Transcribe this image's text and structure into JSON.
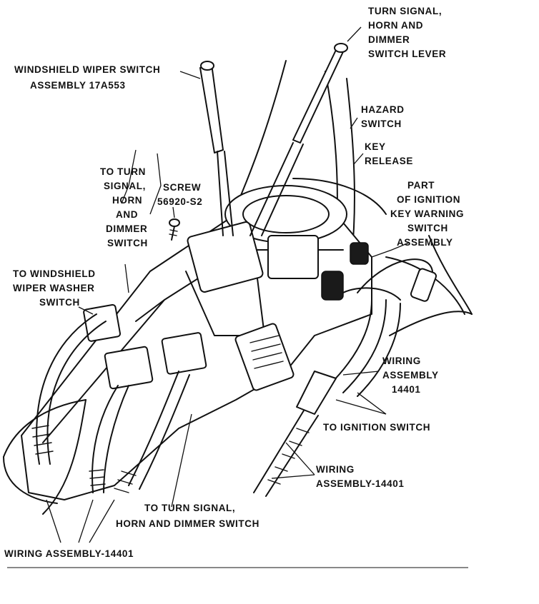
{
  "labels": {
    "turn_signal_lever": [
      "TURN SIGNAL,",
      "HORN AND",
      "DIMMER",
      "SWITCH LEVER"
    ],
    "wiper_switch": [
      "WINDSHIELD WIPER SWITCH",
      "ASSEMBLY 17A553"
    ],
    "hazard_switch": [
      "HAZARD",
      "SWITCH"
    ],
    "key_release": [
      "KEY",
      "RELEASE"
    ],
    "to_turn_signal_upper": [
      "TO TURN",
      "SIGNAL,",
      "HORN",
      "AND",
      "DIMMER",
      "SWITCH"
    ],
    "screw": [
      "SCREW",
      "56920-S2"
    ],
    "ignition_warning": [
      "PART",
      "OF IGNITION",
      "KEY WARNING",
      "SWITCH",
      "ASSEMBLY"
    ],
    "to_washer_switch": [
      "TO WINDSHIELD",
      "WIPER WASHER",
      "SWITCH"
    ],
    "wiring_14401_right": [
      "WIRING",
      "ASSEMBLY",
      "14401"
    ],
    "to_ignition_switch": [
      "TO IGNITION SWITCH"
    ],
    "wiring_14401_lower": [
      "WIRING",
      "ASSEMBLY-14401"
    ],
    "to_turn_signal_lower": [
      "TO TURN SIGNAL,",
      "HORN AND DIMMER SWITCH"
    ],
    "wiring_14401_bottom": [
      "WIRING ASSEMBLY-14401"
    ]
  },
  "colors": {
    "ink": "#111111",
    "paper": "#ffffff"
  }
}
